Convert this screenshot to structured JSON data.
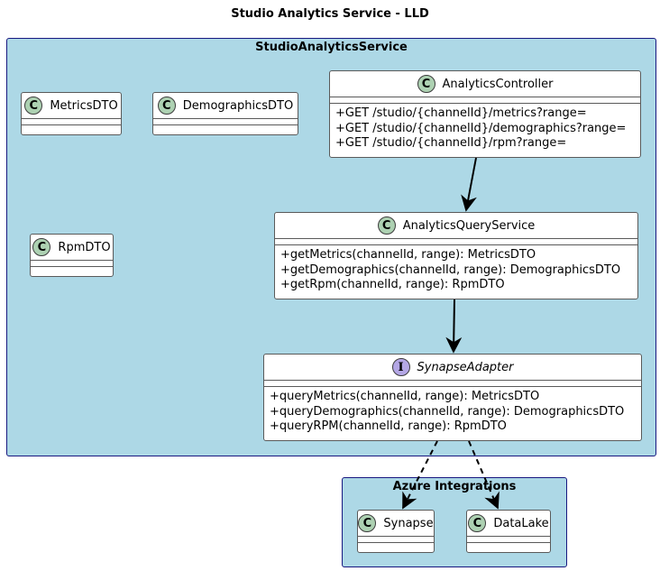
{
  "diagram_title": "Studio Analytics Service - LLD",
  "packages": {
    "service": {
      "label": "StudioAnalyticsService"
    },
    "azure": {
      "label": "Azure Integrations"
    }
  },
  "classes": {
    "metrics_dto": {
      "name": "MetricsDTO",
      "stereotype": "C"
    },
    "demographics_dto": {
      "name": "DemographicsDTO",
      "stereotype": "C"
    },
    "rpm_dto": {
      "name": "RpmDTO",
      "stereotype": "C"
    },
    "analytics_controller": {
      "name": "AnalyticsController",
      "stereotype": "C",
      "methods": [
        "+GET /studio/{channelId}/metrics?range=",
        "+GET /studio/{channelId}/demographics?range=",
        "+GET /studio/{channelId}/rpm?range="
      ]
    },
    "analytics_query_service": {
      "name": "AnalyticsQueryService",
      "stereotype": "C",
      "methods": [
        "+getMetrics(channelId, range): MetricsDTO",
        "+getDemographics(channelId, range): DemographicsDTO",
        "+getRpm(channelId, range): RpmDTO"
      ]
    },
    "synapse_adapter": {
      "name": "SynapseAdapter",
      "stereotype": "I",
      "methods": [
        "+queryMetrics(channelId, range): MetricsDTO",
        "+queryDemographics(channelId, range): DemographicsDTO",
        "+queryRPM(channelId, range): RpmDTO"
      ]
    },
    "synapse": {
      "name": "Synapse",
      "stereotype": "C"
    },
    "datalake": {
      "name": "DataLake",
      "stereotype": "C"
    }
  },
  "relations": [
    {
      "from": "AnalyticsController",
      "to": "AnalyticsQueryService",
      "style": "solid"
    },
    {
      "from": "AnalyticsQueryService",
      "to": "SynapseAdapter",
      "style": "solid"
    },
    {
      "from": "SynapseAdapter",
      "to": "Synapse",
      "style": "dashed"
    },
    {
      "from": "SynapseAdapter",
      "to": "DataLake",
      "style": "dashed"
    }
  ],
  "colors": {
    "package_fill": "#add8e6",
    "package_border": "#181880",
    "class_badge": "#add1b2",
    "interface_badge": "#b4a7e5"
  }
}
